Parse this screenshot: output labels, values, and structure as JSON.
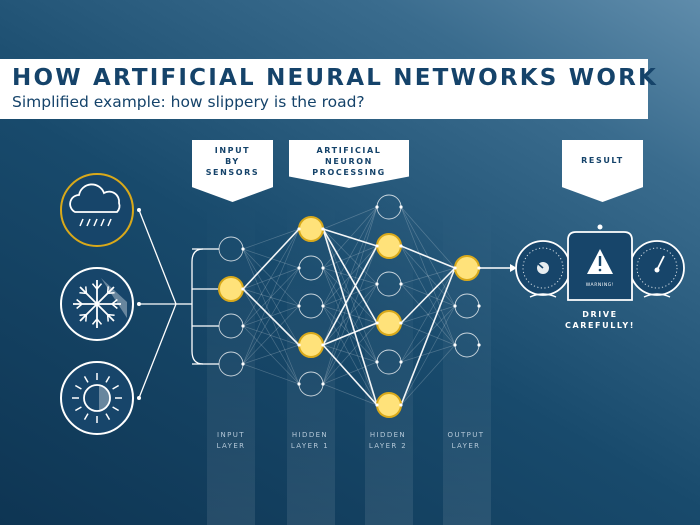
{
  "header": {
    "title": "HOW ARTIFICIAL NEURAL NETWORKS WORK",
    "subtitle": "Simplified example: how slippery is the road?"
  },
  "callouts": {
    "input": "INPUT\nBY\nSENSORS",
    "neuron": "ARTIFICIAL\nNEURON\nPROCESSING",
    "result": "RESULT"
  },
  "sensors": [
    {
      "icon": "rain-cloud-icon",
      "active": true
    },
    {
      "icon": "snowflake-icon",
      "active": false
    },
    {
      "icon": "sun-icon",
      "active": false
    }
  ],
  "layers": [
    {
      "label": "INPUT\nLAYER",
      "active": [
        false,
        true,
        false,
        false
      ]
    },
    {
      "label": "HIDDEN\nLAYER 1",
      "active": [
        true,
        false,
        false,
        true,
        false
      ]
    },
    {
      "label": "HIDDEN\nLAYER 2",
      "active": [
        false,
        true,
        false,
        true,
        false,
        true
      ]
    },
    {
      "label": "OUTPUT\nLAYER",
      "active": [
        true,
        false,
        false
      ]
    }
  ],
  "result": {
    "warning_text": "WARNING!",
    "message": "DRIVE\nCAREFULLY!"
  },
  "colors": {
    "active_node": "#ffe27a",
    "active_ring": "#d9a91a",
    "line": "#ffffff"
  }
}
